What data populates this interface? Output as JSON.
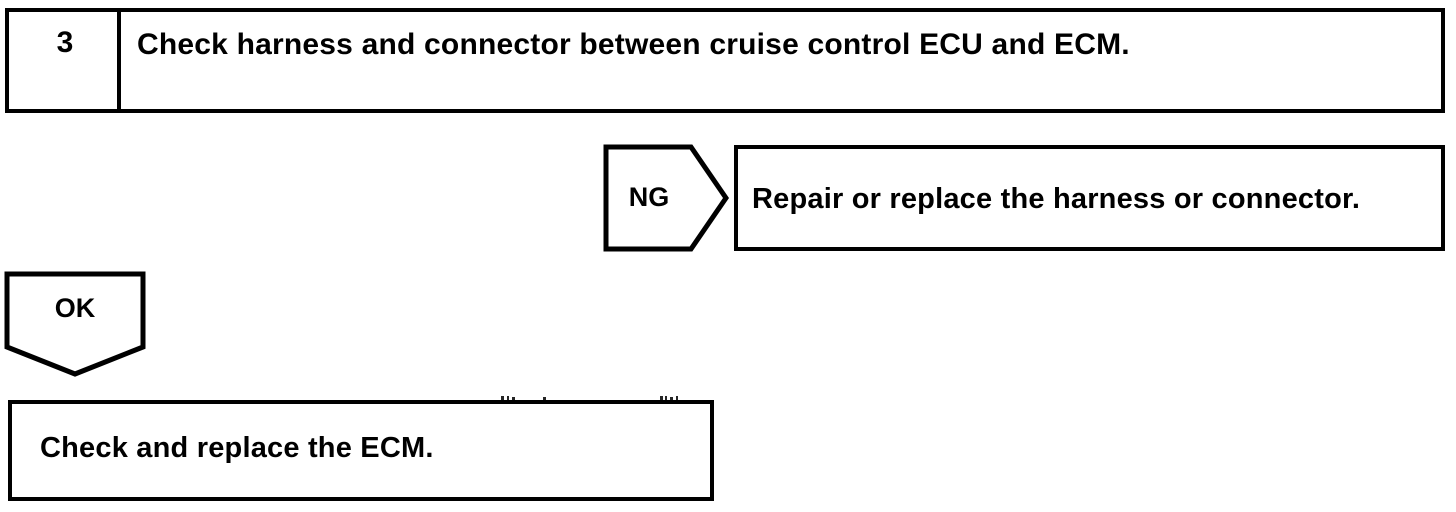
{
  "document": {
    "kind": "troubleshooting-flowchart",
    "background_color": "#ffffff",
    "line_color": "#000000"
  },
  "step": {
    "number": "3",
    "description": "Check harness and connector between cruise control ECU and ECM."
  },
  "branches": [
    {
      "result_label": "NG",
      "marker_shape": "right-arrow-pentagon",
      "action": "Repair or replace the harness or connector."
    },
    {
      "result_label": "OK",
      "marker_shape": "down-arrow-pentagon",
      "action": "Check and replace the ECM."
    }
  ],
  "ng": {
    "label": "NG",
    "action": "Repair or replace the harness or connector."
  },
  "ok": {
    "label": "OK",
    "action": "Check and replace the ECM."
  }
}
